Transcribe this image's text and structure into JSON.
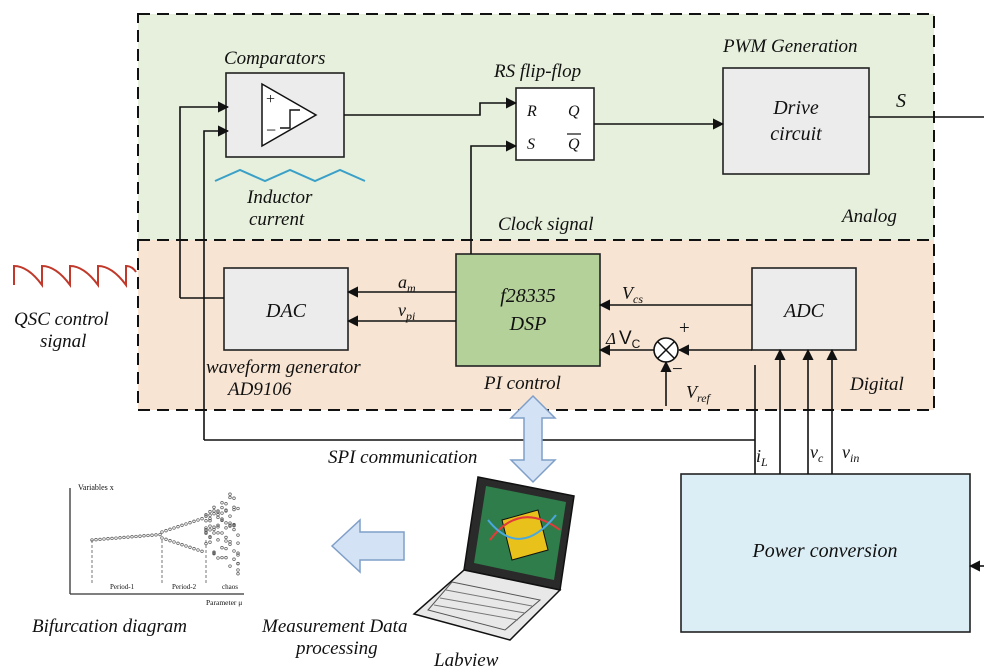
{
  "regions": {
    "analog": "Analog",
    "digital": "Digital"
  },
  "blocks": {
    "comparators_title": "Comparators",
    "inductor_current_line1": "Inductor",
    "inductor_current_line2": "current",
    "rs_title": "RS flip-flop",
    "rs_r": "R",
    "rs_s": "S",
    "rs_q": "Q",
    "rs_qbar": "Q",
    "pwm_title": "PWM Generation",
    "drive_line1": "Drive",
    "drive_line2": "circuit",
    "s_out": "S",
    "clock_signal": "Clock signal",
    "qsc_line1": "QSC control",
    "qsc_line2": "signal",
    "dac": "DAC",
    "am": "a",
    "am_sub": "m",
    "vpi": "v",
    "vpi_sub": "pi",
    "waveform_line1": "waveform generator",
    "waveform_line2": "AD9106",
    "dsp_line1": "f28335",
    "dsp_line2": "DSP",
    "pi_control": "PI control",
    "vcs": "V",
    "vcs_sub": "cs",
    "delta_vc_delta": "Δ",
    "delta_vc_v": "V",
    "delta_vc_sub": "C",
    "plus": "+",
    "minus": "−",
    "vref": "V",
    "vref_sub": "ref",
    "adc": "ADC",
    "spi": "SPI communication",
    "il": "i",
    "il_sub": "L",
    "vc": "v",
    "vc_sub": "c",
    "vin": "v",
    "vin_sub": "in",
    "power_conversion": "Power conversion",
    "measurement_line1": "Measurement Data",
    "measurement_line2": "processing",
    "labview": "Labview",
    "bifurcation": "Bifurcation diagram"
  },
  "bifurcation_plot": {
    "ylabel": "Variables x",
    "xlabel": "Parameter μ",
    "period1": "Period-1",
    "period2": "Period-2",
    "chaos": "chaos"
  },
  "colors": {
    "analog_fill": "#e6f0dc",
    "digital_fill": "#f7e4d2",
    "block_fill": "#ececec",
    "dsp_fill": "#b5d19a",
    "power_fill": "#dceef5",
    "arrow_fill": "#d3e2f4",
    "arrow_stroke": "#7f9fc8",
    "ripple_color": "#3aa0c8",
    "qsc_color": "#c0392b"
  }
}
